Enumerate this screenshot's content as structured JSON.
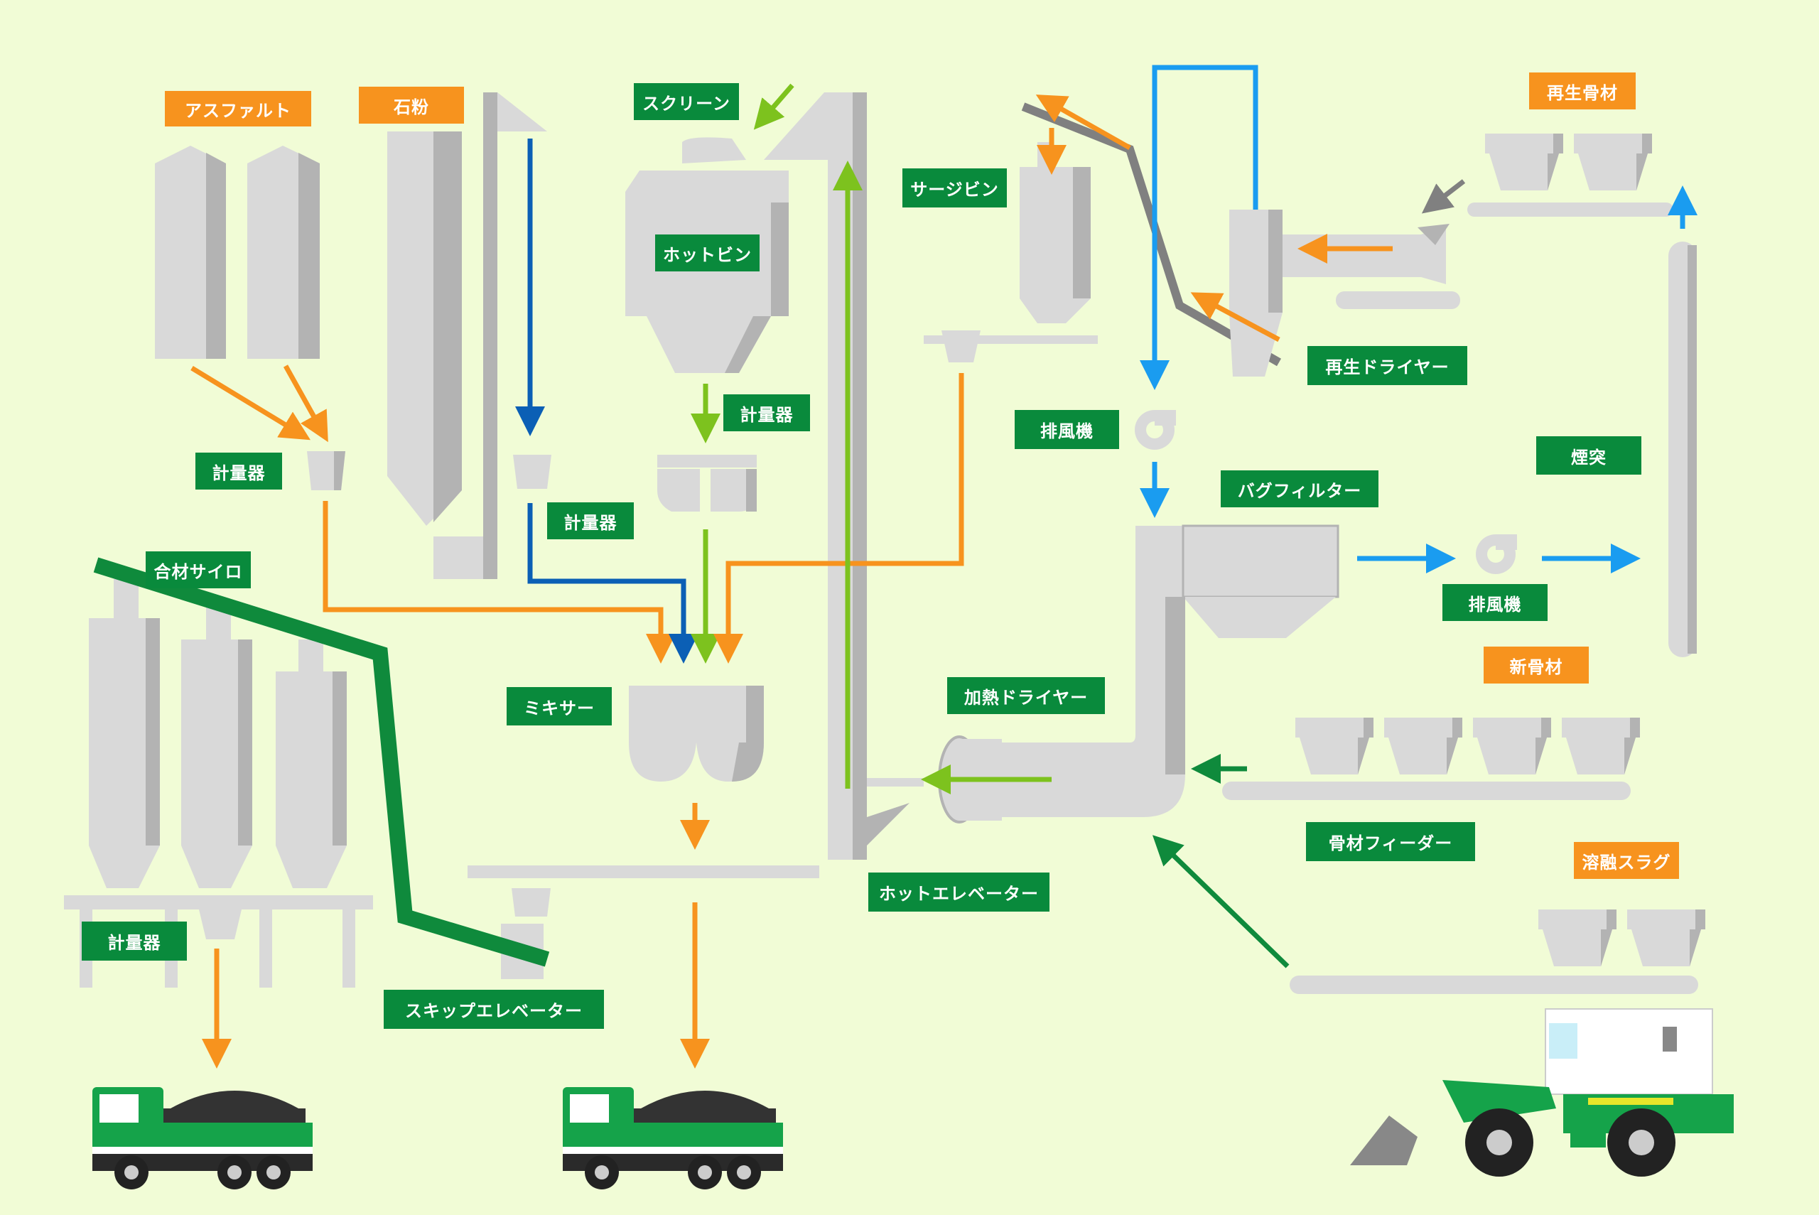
{
  "colors": {
    "background": "#f1fcd6",
    "equipment": "#d9d9d9",
    "equipment_shade": "#b3b3b3",
    "label_green": "#098a3c",
    "label_orange": "#f7931e",
    "flow_orange": "#f7931e",
    "flow_green": "#7dc21e",
    "flow_blue": "#1a9cf0",
    "flow_darkblue": "#0b5fb5",
    "flow_darkgreen": "#0f8a3c",
    "flow_gray": "#808080"
  },
  "labels": {
    "asphalt": "アスファルト",
    "stone_powder": "石粉",
    "screen": "スクリーン",
    "hot_bin": "ホットビン",
    "surge_bin": "サージビン",
    "recycled_aggregate": "再生骨材",
    "recycled_dryer": "再生ドライヤー",
    "meter_asphalt": "計量器",
    "meter_powder": "計量器",
    "meter_hotbin": "計量器",
    "meter_silo": "計量器",
    "exhaust_fan_1": "排風機",
    "exhaust_fan_2": "排風機",
    "bag_filter": "バグフィルター",
    "chimney": "煙突",
    "silo": "合材サイロ",
    "mixer": "ミキサー",
    "heating_dryer": "加熱ドライヤー",
    "new_aggregate": "新骨材",
    "aggregate_feeder": "骨材フィーダー",
    "molten_slag": "溶融スラグ",
    "hot_elevator": "ホットエレベーター",
    "skip_elevator": "スキップエレベーター"
  },
  "icons": {
    "truck": "dump-truck-icon",
    "loader": "wheel-loader-icon",
    "fan": "fan-icon"
  }
}
